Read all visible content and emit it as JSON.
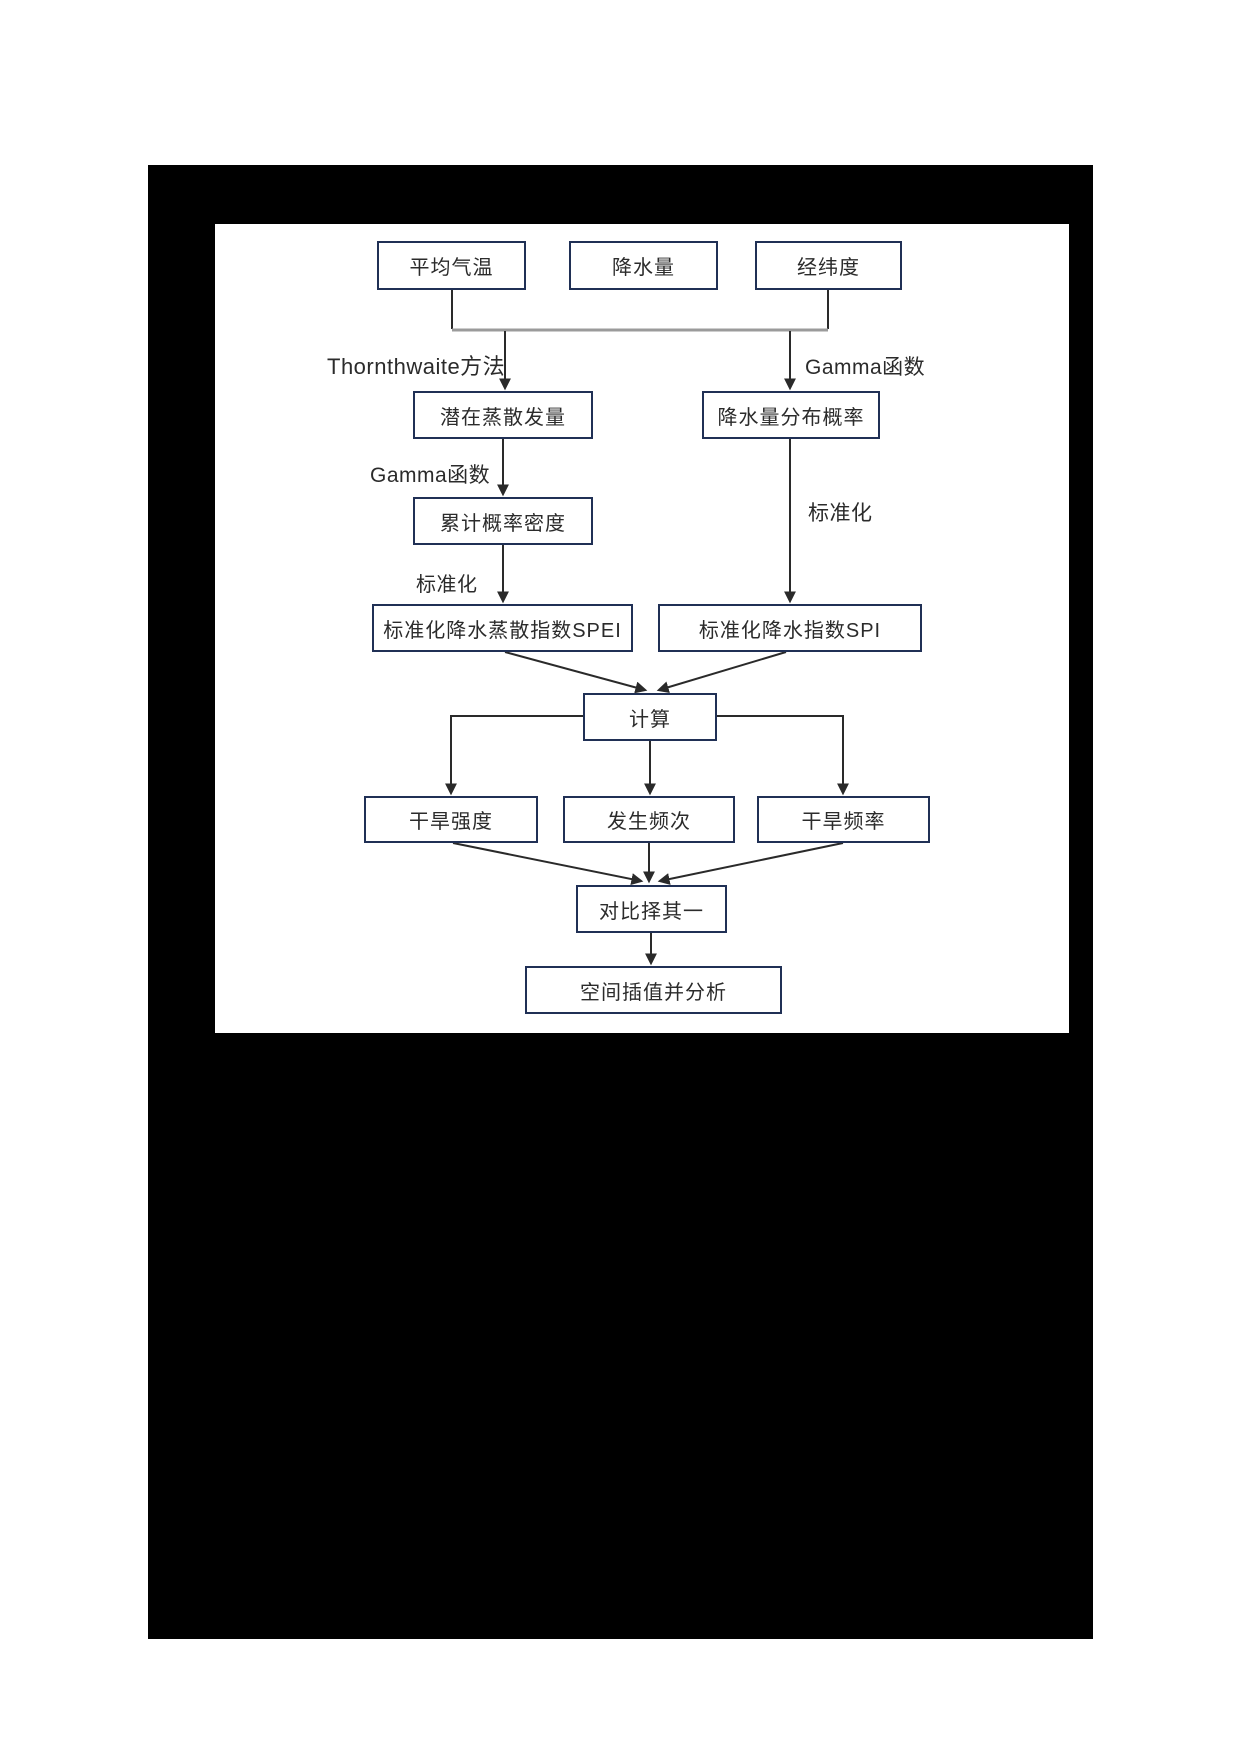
{
  "diagram": {
    "nodes": {
      "avg_temp": {
        "label": "平均气温"
      },
      "precipitation": {
        "label": "降水量"
      },
      "lat_lon": {
        "label": "经纬度"
      },
      "pet": {
        "label": "潜在蒸散发量"
      },
      "precip_prob": {
        "label": "降水量分布概率"
      },
      "cum_prob": {
        "label": "累计概率密度"
      },
      "spei": {
        "label": "标准化降水蒸散指数SPEI"
      },
      "spi": {
        "label": "标准化降水指数SPI"
      },
      "calc": {
        "label": "计算"
      },
      "drought_intensity": {
        "label": "干旱强度"
      },
      "occurrence_freq": {
        "label": "发生频次"
      },
      "drought_freq": {
        "label": "干旱频率"
      },
      "compare": {
        "label": "对比择其一"
      },
      "interp": {
        "label": "空间插值并分析"
      }
    },
    "edge_labels": {
      "thornthwaite": "Thornthwaite方法",
      "gamma_left": "Gamma函数",
      "gamma_right": "Gamma函数",
      "standardize_left": "标准化",
      "standardize_right": "标准化"
    },
    "colors": {
      "backdrop": "#000000",
      "panel_bg": "#ffffff",
      "node_border": "#203055",
      "node_text": "#2b2b2b",
      "connector": "#2a2a2a",
      "bus_line": "#9b9b9b"
    }
  }
}
